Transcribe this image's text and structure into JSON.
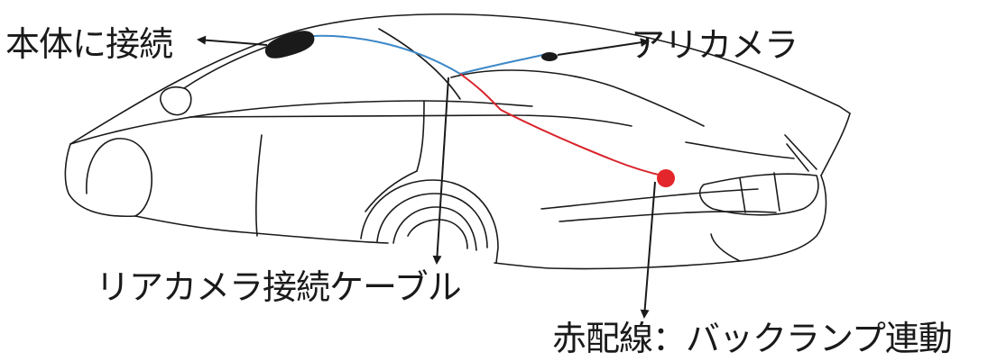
{
  "labels": {
    "main_unit": "本体に接続",
    "rear_camera": "アリカメラ",
    "rear_cable": "リアカメラ接続ケーブル",
    "red_wire": "赤配線：バックランプ連動"
  },
  "colors": {
    "car_outline": "#1a1a1a",
    "camera_body": "#1a1a1a",
    "blue_cable": "#3d88c8",
    "red_cable": "#d8232a",
    "red_dot": "#e3262b",
    "arrow": "#1a1a1a"
  },
  "icons": {
    "main_unit": "dashcam-unit",
    "rear_camera": "rear-camera",
    "connection_point": "red-dot"
  }
}
